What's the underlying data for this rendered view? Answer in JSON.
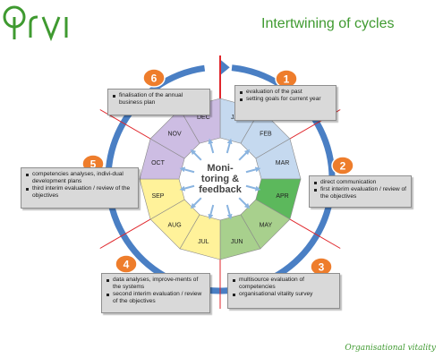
{
  "header": {
    "logo_text": "ORVI",
    "title": "Intertwining of cycles"
  },
  "center": {
    "line1": "Moni-",
    "line2": "toring &",
    "line3": "feedback"
  },
  "months": [
    {
      "label": "JAN",
      "color": "#c5d9ef"
    },
    {
      "label": "FEB",
      "color": "#c5d9ef"
    },
    {
      "label": "MAR",
      "color": "#c5d9ef"
    },
    {
      "label": "APR",
      "color": "#5cb85c"
    },
    {
      "label": "MAY",
      "color": "#a8d08d"
    },
    {
      "label": "JUN",
      "color": "#a8d08d"
    },
    {
      "label": "JUL",
      "color": "#fff29a"
    },
    {
      "label": "AUG",
      "color": "#fff29a"
    },
    {
      "label": "SEP",
      "color": "#fff29a"
    },
    {
      "label": "OCT",
      "color": "#cdbde3"
    },
    {
      "label": "NOV",
      "color": "#cdbde3"
    },
    {
      "label": "DEC",
      "color": "#cdbde3"
    }
  ],
  "phases": [
    {
      "number": "1",
      "items": [
        "evaluation of the past",
        "setting goals for current year"
      ]
    },
    {
      "number": "2",
      "items": [
        "direct  communication",
        "first interim evaluation / review of the objectives"
      ]
    },
    {
      "number": "3",
      "items": [
        "multisource evaluation of competencies",
        "organisational vitality survey"
      ]
    },
    {
      "number": "4",
      "items": [
        "data analyses, improve-ments of the systems",
        "second interim evaluation / review of the objectives"
      ]
    },
    {
      "number": "5",
      "items": [
        "competencies analyses, indivi-dual development plans",
        "third interim evaluation / review of the objectives"
      ]
    },
    {
      "number": "6",
      "items": [
        "finalisation  of the annual business plan"
      ]
    }
  ],
  "footer": {
    "tagline": "Organisational vitality"
  },
  "colors": {
    "brand_green": "#3f9a30",
    "cycle_blue": "#4a7fc4",
    "badge_orange": "#ee7d2c",
    "divider_red": "#e0262b",
    "box_gray": "#d9d9d9"
  }
}
